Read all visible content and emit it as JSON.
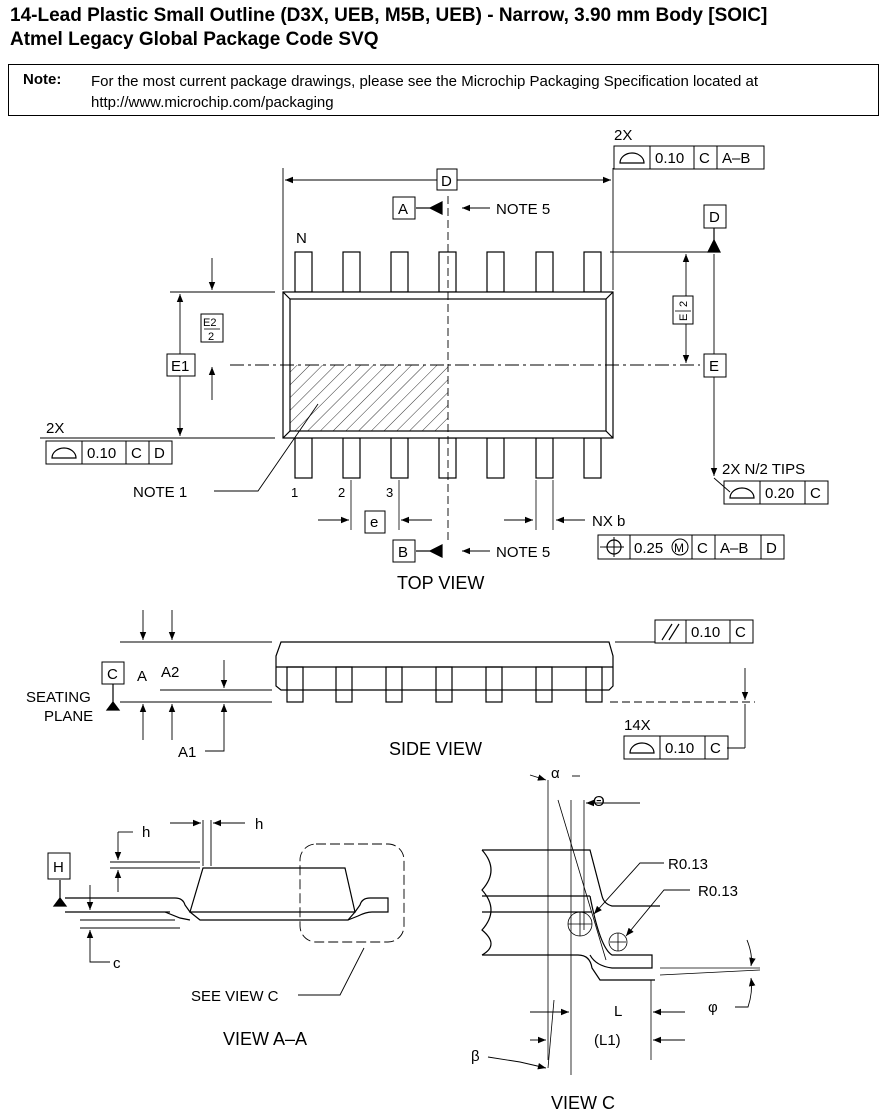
{
  "title": {
    "line1": "14-Lead Plastic Small Outline (D3X, UEB, M5B, UEB) - Narrow, 3.90 mm Body [SOIC]",
    "line2": "Atmel Legacy Global Package Code SVQ"
  },
  "note": {
    "label": "Note:",
    "text": "For the most current package drawings, please see the Microchip Packaging Specification located at http://www.microchip.com/packaging"
  },
  "top_view": {
    "caption": "TOP VIEW",
    "pin_n": "N",
    "pin_1": "1",
    "pin_2": "2",
    "pin_3": "3",
    "datum_d_dim": "D",
    "datum_a": "A",
    "datum_b": "B",
    "datum_d": "D",
    "datum_e": "E",
    "datum_e1": "E1",
    "note5_top": "NOTE 5",
    "note5_bottom": "NOTE 5",
    "note1": "NOTE 1",
    "e_label": "e",
    "e2_num": "E2",
    "e2_den": "2",
    "e_half_num": "E",
    "e_half_den": "2",
    "fcf_top_count": "2X",
    "fcf_top_val": "0.10",
    "fcf_top_c": "C",
    "fcf_top_ref": "A–B",
    "fcf_left_count": "2X",
    "fcf_left_val": "0.10",
    "fcf_left_c": "C",
    "fcf_left_ref": "D",
    "tips_label": "2X N/2 TIPS",
    "tips_val": "0.20",
    "tips_c": "C",
    "nxb_label": "NX b",
    "pos_val": "0.25",
    "pos_m": "M",
    "pos_c": "C",
    "pos_ref1": "A–B",
    "pos_ref2": "D"
  },
  "side_view": {
    "caption": "SIDE VIEW",
    "datum_c": "C",
    "a": "A",
    "a2": "A2",
    "a1": "A1",
    "seating1": "SEATING",
    "seating2": "PLANE",
    "par_val": "0.10",
    "par_c": "C",
    "count14": "14X",
    "flat_val": "0.10",
    "flat_c": "C"
  },
  "view_aa": {
    "caption": "VIEW A–A",
    "datum_h": "H",
    "h1": "h",
    "h2": "h",
    "c": "c",
    "see_view_c": "SEE VIEW C"
  },
  "view_c": {
    "caption": "VIEW C",
    "alpha": "α",
    "theta": "Θ",
    "r1": "R0.13",
    "r2": "R0.13",
    "l": "L",
    "l1": "(L1)",
    "beta": "β",
    "phi": "φ"
  }
}
